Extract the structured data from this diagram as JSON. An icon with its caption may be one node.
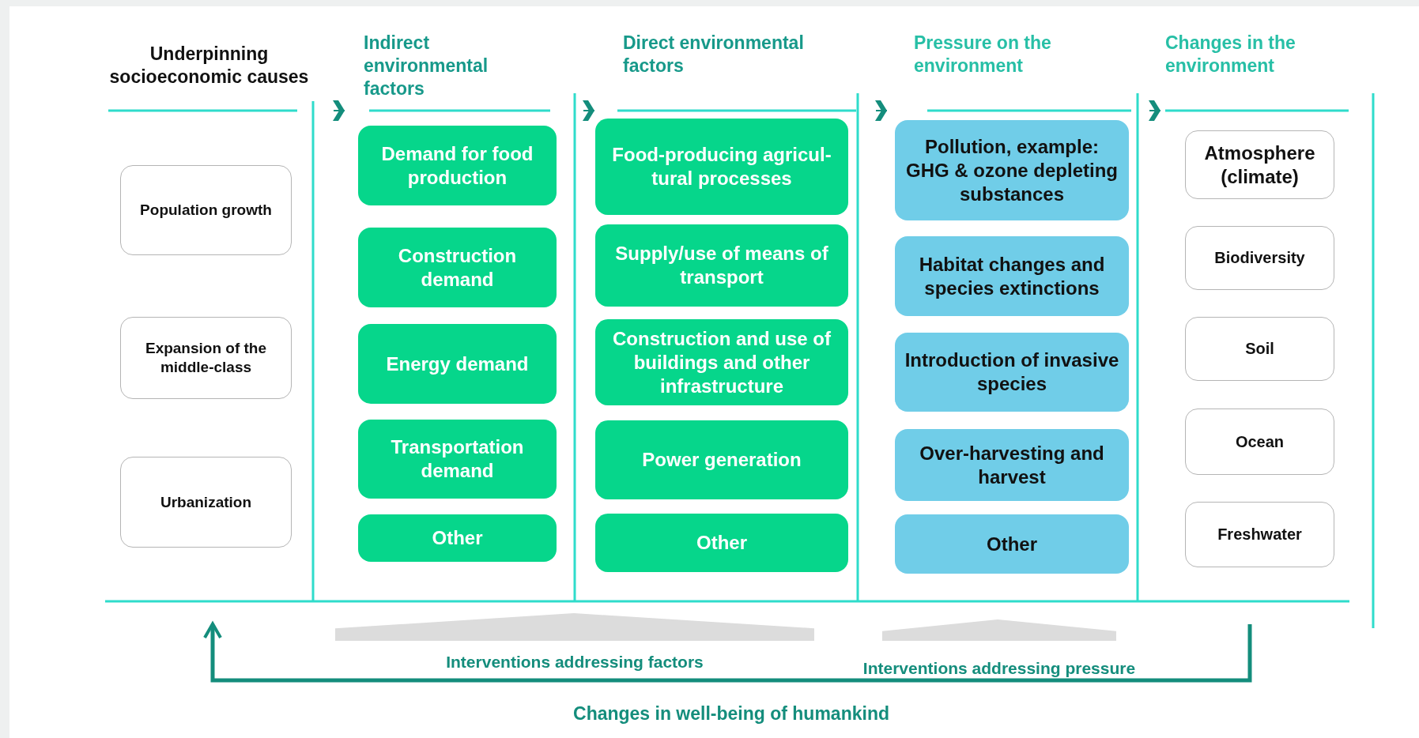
{
  "diagram": {
    "nodes": [
      {
        "text": [
          "Underpinning socioeconomic causes"
        ]
      },
      {
        "text": [
          "Population growth"
        ],
        "in": 0
      },
      {
        "text": [
          "Expansion of the middle-class"
        ],
        "in": 0
      },
      {
        "text": [
          "Urbanization"
        ],
        "in": 0
      },
      {
        "text": [
          "Indirect environmental factors"
        ]
      },
      {
        "text": [
          "Demand for food production"
        ],
        "in": 4
      },
      {
        "text": [
          "Construction demand"
        ],
        "in": 4
      },
      {
        "text": [
          "Energy demand"
        ],
        "in": 4
      },
      {
        "text": [
          "Transportation demand"
        ],
        "in": 4
      },
      {
        "text": [
          "Other"
        ],
        "in": 4
      },
      {
        "text": [
          "Direct environmental factors"
        ]
      },
      {
        "text": [
          "Food-producing agricul-tural processes"
        ],
        "in": 10
      },
      {
        "text": [
          "Supply/use of means of transport"
        ],
        "in": 10
      },
      {
        "text": [
          "Construction and use of buildings and other infrastructure"
        ],
        "in": 10
      },
      {
        "text": [
          "Power generation"
        ],
        "in": 10
      },
      {
        "text": [
          "Other"
        ],
        "in": 10
      },
      {
        "text": [
          "Pressure on the environment"
        ]
      },
      {
        "text": [
          "Pollution, example: GHG & ozone depleting substances"
        ],
        "in": 16
      },
      {
        "text": [
          "Habitat changes and species extinctions"
        ],
        "in": 16
      },
      {
        "text": [
          "Introduction of invasive species"
        ],
        "in": 16
      },
      {
        "text": [
          "Over-harvesting and harvest"
        ],
        "in": 16
      },
      {
        "text": [
          "Other"
        ],
        "in": 16
      },
      {
        "text": [
          "Changes in the environment"
        ]
      },
      {
        "text": [
          "Atmosphere (climate)"
        ],
        "in": 22
      },
      {
        "text": [
          "Biodiversity"
        ],
        "in": 22
      },
      {
        "text": [
          "Soil"
        ],
        "in": 22
      },
      {
        "text": [
          "Ocean"
        ],
        "in": 22
      },
      {
        "text": [
          "Freshwater"
        ],
        "in": 22
      },
      {
        "text": [
          "Interventions addressing factors"
        ]
      },
      {
        "text": [
          "Interventions addressing pressure"
        ]
      }
    ],
    "edges": [
      {
        "from": 0,
        "to": 4,
        "arrow": "to"
      },
      {
        "from": 4,
        "to": 10,
        "arrow": "to"
      },
      {
        "from": 10,
        "to": 16,
        "arrow": "to"
      },
      {
        "from": 16,
        "to": 22,
        "arrow": "to"
      },
      {
        "from": 22,
        "to": 0,
        "arrow": "to",
        "style": "thick",
        "label": "Changes in well-being of humankind"
      }
    ]
  }
}
